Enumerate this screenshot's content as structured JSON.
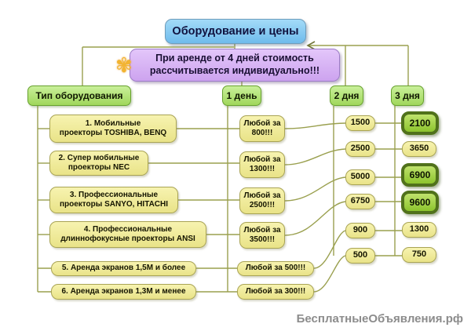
{
  "title": "Оборудование и цены",
  "note": {
    "line1": "При аренде от 4 дней стоимость",
    "line2": "рассчитывается индивидуально!!!",
    "icon": "flower-icon",
    "icon_glyph": "✾"
  },
  "columns": {
    "type": "Тип оборудования",
    "day1": "1 день",
    "day2": "2 дня",
    "day3": "3 дня"
  },
  "rows": [
    {
      "equipment": [
        "1. Мобильные",
        "проекторы TOSHIBA, BENQ"
      ],
      "day1": [
        "Любой за",
        "800!!!"
      ],
      "day2": "1500",
      "day3": "2100",
      "day3_highlight": true
    },
    {
      "equipment": [
        "2. Супер мобильные",
        "проекторы NEC"
      ],
      "day1": [
        "Любой за",
        "1300!!!"
      ],
      "day2": "2500",
      "day3": "3650",
      "day3_highlight": false
    },
    {
      "equipment": [
        "3. Профессиональные",
        "проекторы SANYO, HITACHI"
      ],
      "day1": [
        "Любой за",
        "2500!!!"
      ],
      "day2": "5000",
      "day3": "6900",
      "day3_highlight": true
    },
    {
      "equipment": [
        "4. Профессиональные",
        "длиннофокусные проекторы ANSI"
      ],
      "day1": [
        "Любой за",
        "3500!!!"
      ],
      "day2": "6750",
      "day3": "9600",
      "day3_highlight": true
    },
    {
      "equipment": [
        "5. Аренда экранов 1,5М и более"
      ],
      "day1": [
        "Любой за 500!!!"
      ],
      "day2": "900",
      "day3": "1300",
      "day3_highlight": false
    },
    {
      "equipment": [
        "6. Аренда экранов 1,3М и менее"
      ],
      "day1": [
        "Любой за 300!!!"
      ],
      "day2": "500",
      "day3": "750",
      "day3_highlight": false
    }
  ],
  "watermark": "БесплатныеОбъявления.рф",
  "colors": {
    "title_blue": "#7cc4ee",
    "note_purple": "#d4aef2",
    "header_green": "#a8dc64",
    "node_yellow": "#efe992",
    "highlight_green": "#8fc531",
    "highlight_border": "#50711b",
    "line_olive": "#9aa04f",
    "watermark_gray": "#8c8c8c"
  }
}
